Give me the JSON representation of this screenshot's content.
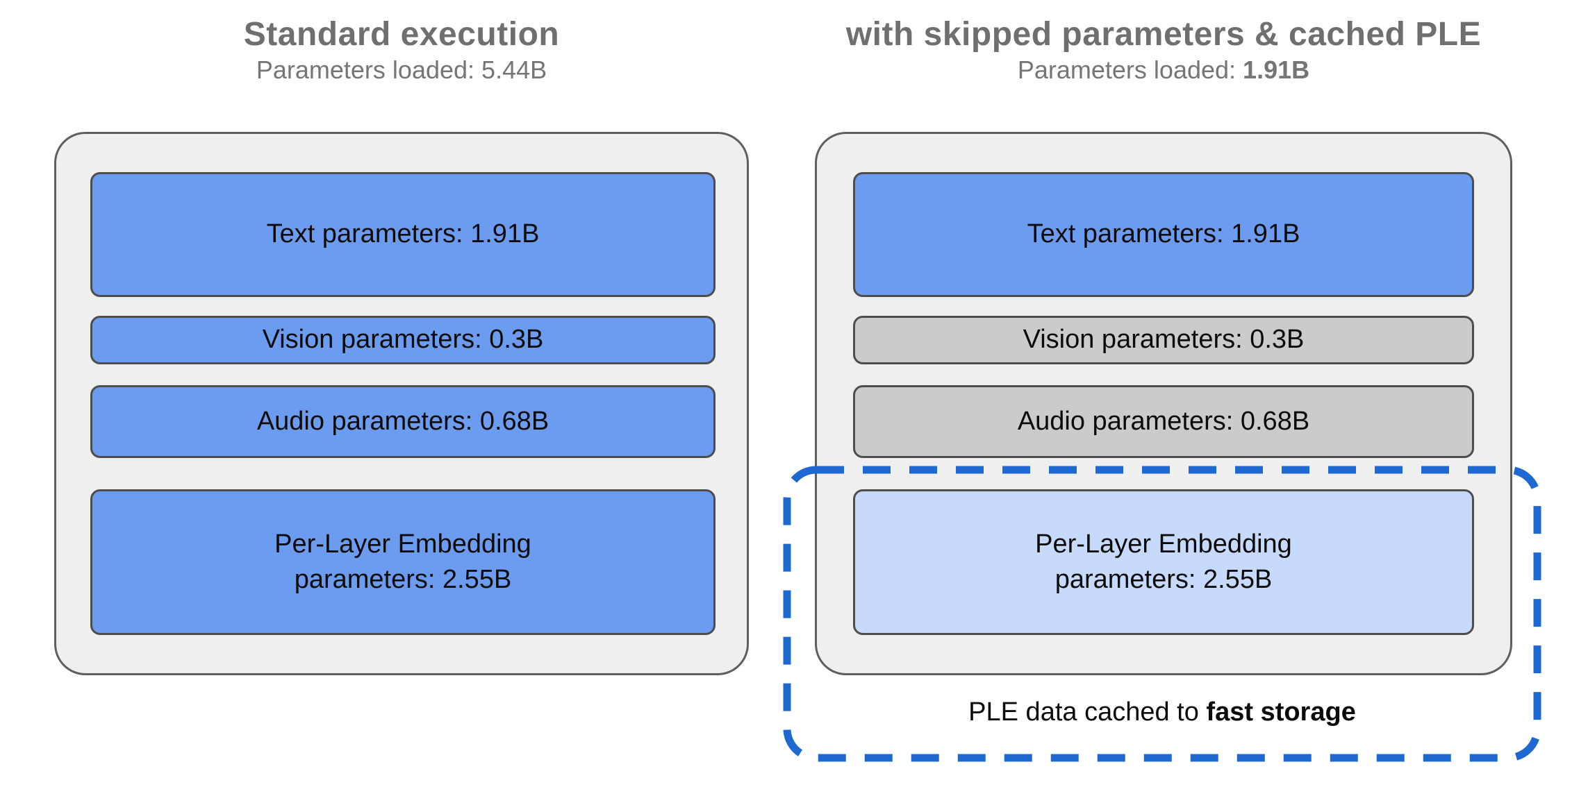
{
  "diagram": {
    "left_panel": {
      "title": "Standard execution",
      "subtitle_prefix": "Parameters loaded: ",
      "subtitle_value": "5.44B",
      "boxes": {
        "text": "Text parameters: 1.91B",
        "vision": "Vision parameters: 0.3B",
        "audio": "Audio parameters: 0.68B",
        "ple_line1": "Per-Layer Embedding",
        "ple_line2": "parameters: 2.55B"
      }
    },
    "right_panel": {
      "title": "with skipped parameters & cached PLE",
      "subtitle_prefix": "Parameters loaded: ",
      "subtitle_value": "1.91B",
      "boxes": {
        "text": "Text parameters: 1.91B",
        "vision": "Vision parameters: 0.3B",
        "audio": "Audio parameters: 0.68B",
        "ple_line1": "Per-Layer Embedding",
        "ple_line2": "parameters: 2.55B"
      },
      "caption_prefix": "PLE data cached to ",
      "caption_bold": "fast storage"
    },
    "colors": {
      "box_blue": "#6c9cf0",
      "box_skipped_gray": "#cbcbcb",
      "box_cached_lightblue": "#c7dafc",
      "container_bg": "#efefef",
      "container_border": "#5f5f5f",
      "box_border": "#4d4d4d",
      "title_gray": "#6f6f6f",
      "subtitle_gray": "#757575",
      "cache_dashed_blue": "#1e68d2"
    }
  }
}
